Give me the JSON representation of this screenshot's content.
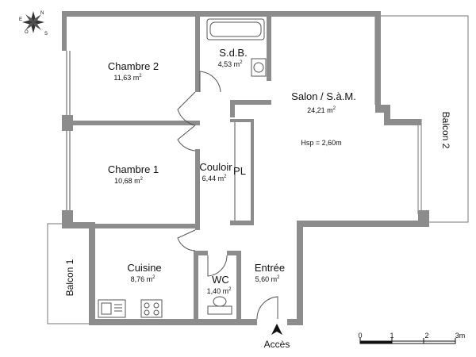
{
  "rooms": {
    "chambre2": {
      "name": "Chambre 2",
      "area": "11,63 m",
      "sup": "2"
    },
    "sdb": {
      "name": "S.d.B.",
      "area": "4,53 m",
      "sup": "2"
    },
    "salon": {
      "name": "Salon / S.à.M.",
      "area": "24,21 m",
      "sup": "2"
    },
    "hsp": "Hsp = 2,60m",
    "chambre1": {
      "name": "Chambre 1",
      "area": "10,68 m",
      "sup": "2"
    },
    "couloir": {
      "name": "Couloir",
      "area": "6,44 m",
      "sup": "2"
    },
    "pl": "PL",
    "cuisine": {
      "name": "Cuisine",
      "area": "8,76 m",
      "sup": "2"
    },
    "wc": {
      "name": "WC",
      "area": "1,40 m",
      "sup": "2"
    },
    "entree": {
      "name": "Entrée",
      "area": "5,60 m",
      "sup": "2"
    }
  },
  "balconies": {
    "balcon1": "Balcon 1",
    "balcon2": "Balcon 2"
  },
  "access": "Accès",
  "compass": {
    "n": "N",
    "e": "E",
    "s": "S",
    "o": "O"
  },
  "scale": {
    "ticks": [
      "0",
      "1",
      "2",
      "3m"
    ]
  }
}
